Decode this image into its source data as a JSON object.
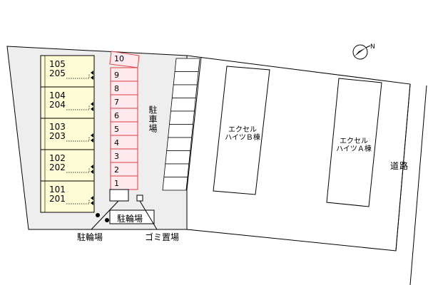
{
  "colors": {
    "site_fill": "#eeeeee",
    "outline": "#000000",
    "unit_fill": "#fffdd6",
    "parking_stroke": "#e0403f",
    "parking_fill": "#fde9ee",
    "white": "#ffffff"
  },
  "units": [
    {
      "upper": "105",
      "lower": "205"
    },
    {
      "upper": "104",
      "lower": "204"
    },
    {
      "upper": "103",
      "lower": "203"
    },
    {
      "upper": "102",
      "lower": "202"
    },
    {
      "upper": "101",
      "lower": "201"
    }
  ],
  "parking_slots": [
    "10",
    "9",
    "8",
    "7",
    "6",
    "5",
    "4",
    "3",
    "2",
    "1"
  ],
  "labels": {
    "parking_area": "駐車場",
    "bicycle_box": "駐輪場",
    "bicycle_callout": "駐輪場",
    "garbage_callout": "ゴミ置場",
    "road": "道路",
    "building_b_line1": "エクセル",
    "building_b_line2": "ハイツＢ棟",
    "building_a_line1": "エクセル",
    "building_a_line2": "ハイツＡ棟"
  },
  "icons": {
    "compass": "north-arrow-icon",
    "tree": "tree-dot-icon"
  }
}
